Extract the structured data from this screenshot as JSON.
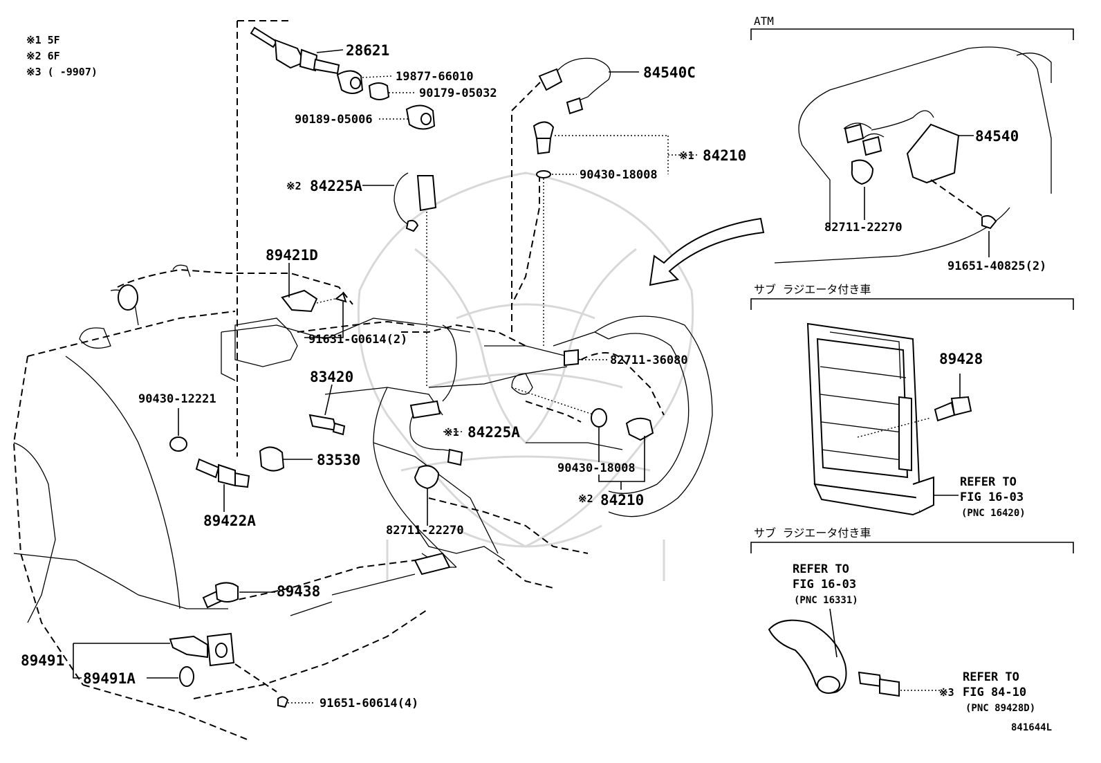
{
  "notes": [
    "※1 5F",
    "※2 6F",
    "※3 (      -9907)"
  ],
  "sections": {
    "atm": "ATM",
    "sub_radiator_1": "サブ ラジエータ付き車",
    "sub_radiator_2": "サブ ラジエータ付き車"
  },
  "parts": {
    "p28621": "28621",
    "p19877": "19877-66010",
    "p90179": "90179-05032",
    "p90189": "90189-05006",
    "p84540C": "84540C",
    "p84210_top": "84210",
    "p84210_top_mark": "※1",
    "p90430_18008_top": "90430-18008",
    "p84225A_top": "84225A",
    "p84225A_top_mark": "※2",
    "p89421D": "89421D",
    "p91631": "91631-G0614(2)",
    "p83420": "83420",
    "p90430_12221": "90430-12221",
    "p83530": "83530",
    "p89422A": "89422A",
    "p82711_36080": "82711-36080",
    "p84225A_mid": "84225A",
    "p84225A_mid_mark": "※1",
    "p90430_18008_mid": "90430-18008",
    "p84210_mid": "84210",
    "p84210_mid_mark": "※2",
    "p82711_22270_mid": "82711-22270",
    "p89438": "89438",
    "p89491": "89491",
    "p89491A": "89491A",
    "p91651_60614": "91651-60614(4)",
    "p84540": "84540",
    "p82711_22270_atm": "82711-22270",
    "p91651_40825": "91651-40825(2)",
    "p89428": "89428",
    "ref1_line1": "REFER TO",
    "ref1_line2": "FIG 16-03",
    "ref1_line3": "(PNC 16420)",
    "ref2_line1": "REFER TO",
    "ref2_line2": "FIG 16-03",
    "ref2_line3": "(PNC 16331)",
    "ref3_line1": "REFER TO",
    "ref3_line2": "FIG 84-10",
    "ref3_line3": "(PNC 89428D)",
    "ref3_mark": "※3"
  },
  "figure_id": "841644L"
}
